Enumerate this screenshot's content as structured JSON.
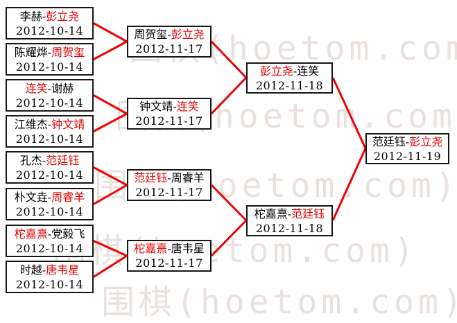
{
  "watermark": {
    "text": "围棋(hoetom.com)"
  },
  "colors": {
    "winner_text": "#e40000",
    "loser_text": "#000000",
    "connector": "#ee0202"
  },
  "bracket": {
    "round1": [
      {
        "p1": "李赫-",
        "p1_result": "loser",
        "p2": "彭立尧",
        "p2_result": "winner",
        "date": "2012-10-14"
      },
      {
        "p1": "陈耀烨-",
        "p1_result": "loser",
        "p2": "周贺玺",
        "p2_result": "winner",
        "date": "2012-10-14"
      },
      {
        "p1": "连笑",
        "p1_result": "winner",
        "p2": "-谢赫",
        "p2_result": "loser",
        "date": "2012-10-14"
      },
      {
        "p1": "江维杰-",
        "p1_result": "loser",
        "p2": "钟文靖",
        "p2_result": "winner",
        "date": "2012-10-14"
      },
      {
        "p1": "孔杰-",
        "p1_result": "loser",
        "p2": "范廷钰",
        "p2_result": "winner",
        "date": "2012-10-14"
      },
      {
        "p1": "朴文垚-",
        "p1_result": "loser",
        "p2": "周睿羊",
        "p2_result": "winner",
        "date": "2012-10-14"
      },
      {
        "p1": "柁嘉熹",
        "p1_result": "winner",
        "p2": "-党毅飞",
        "p2_result": "loser",
        "date": "2012-10-14"
      },
      {
        "p1": "时越-",
        "p1_result": "loser",
        "p2": "唐韦星",
        "p2_result": "winner",
        "date": "2012-10-14"
      }
    ],
    "round2": [
      {
        "p1": "周贺玺-",
        "p1_result": "loser",
        "p2": "彭立尧",
        "p2_result": "winner",
        "date": "2012-11-17"
      },
      {
        "p1": "钟文靖-",
        "p1_result": "loser",
        "p2": "连笑",
        "p2_result": "winner",
        "date": "2012-11-17"
      },
      {
        "p1": "范廷钰",
        "p1_result": "winner",
        "p2": "-周睿羊",
        "p2_result": "loser",
        "date": "2012-11-17"
      },
      {
        "p1": "柁嘉熹",
        "p1_result": "winner",
        "p2": "-唐韦星",
        "p2_result": "loser",
        "date": "2012-11-17"
      }
    ],
    "semifinals": [
      {
        "p1": "彭立尧",
        "p1_result": "winner",
        "p2": "-连笑",
        "p2_result": "loser",
        "date": "2012-11-18"
      },
      {
        "p1": "柁嘉熹-",
        "p1_result": "loser",
        "p2": "范廷钰",
        "p2_result": "winner",
        "date": "2012-11-18"
      }
    ],
    "final": [
      {
        "p1": "范廷钰-",
        "p1_result": "loser",
        "p2": "彭立尧",
        "p2_result": "winner",
        "date": "2012-11-19"
      }
    ]
  }
}
